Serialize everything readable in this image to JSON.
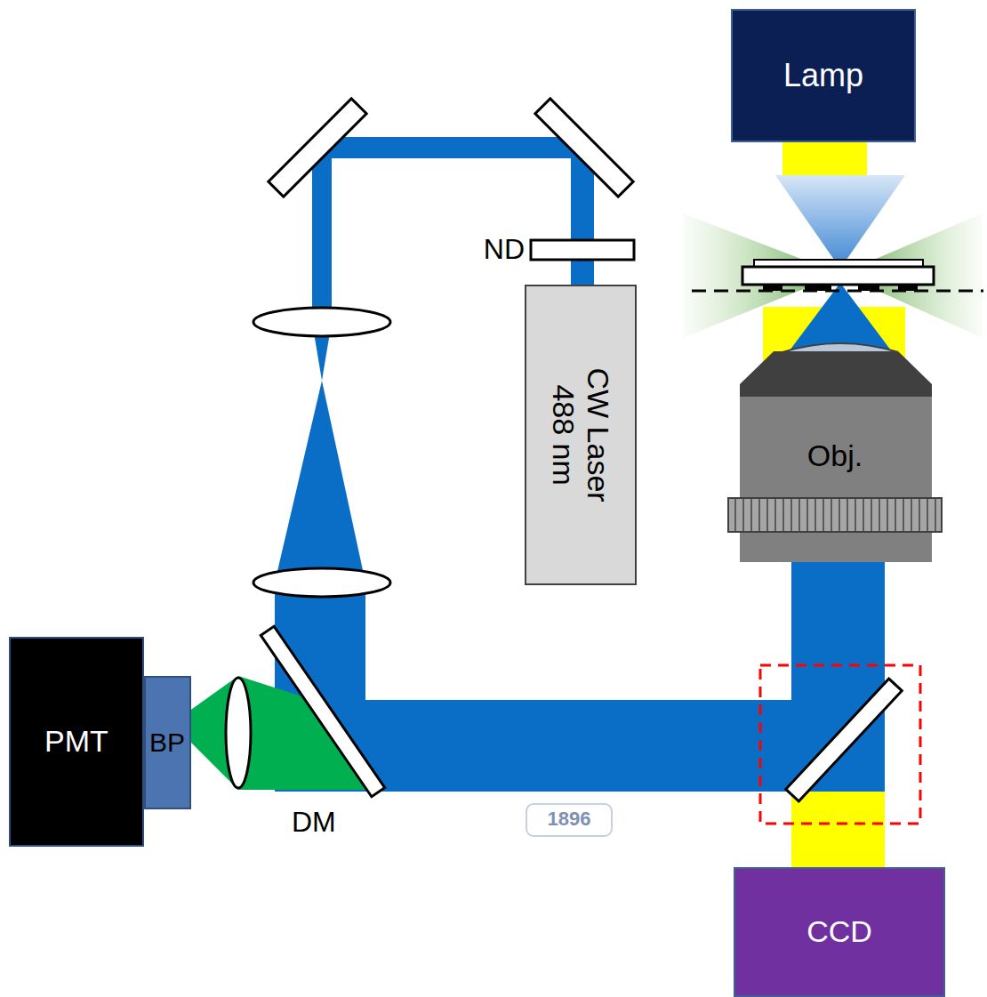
{
  "diagram": {
    "nodes": [
      {
        "text": [
          "Lamp"
        ]
      },
      {
        "text": [
          "CW Laser 488 nm"
        ]
      },
      {
        "text": [
          "Obj."
        ]
      },
      {
        "text": [
          "PMT"
        ]
      },
      {
        "text": [
          "BP"
        ]
      },
      {
        "text": [
          "CCD"
        ]
      }
    ],
    "labels": [
      "ND",
      "DM",
      "1896"
    ]
  }
}
